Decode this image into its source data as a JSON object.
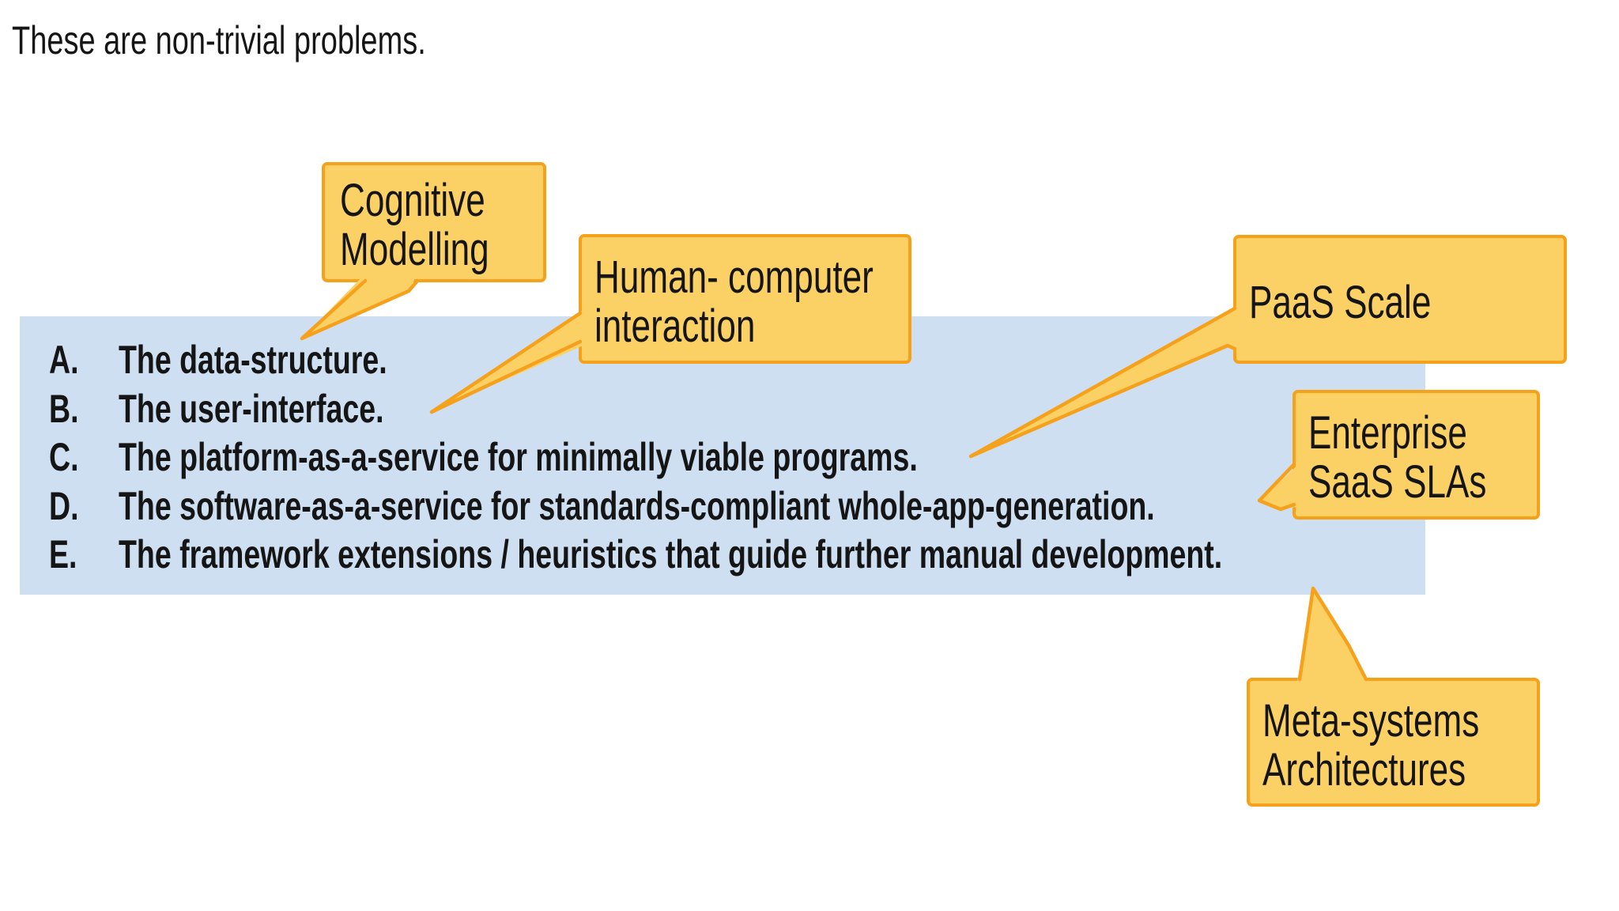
{
  "slide": {
    "title": "These are non-trivial problems."
  },
  "list": {
    "items": [
      {
        "letter": "A.",
        "text": "The data-structure."
      },
      {
        "letter": "B.",
        "text": "The user-interface."
      },
      {
        "letter": "C.",
        "text": "The platform-as-a-service for minimally viable programs."
      },
      {
        "letter": "D.",
        "text": "The software-as-a-service for standards-compliant whole-app-generation."
      },
      {
        "letter": "E.",
        "text": "The framework extensions / heuristics that guide further manual development."
      }
    ]
  },
  "callouts": [
    {
      "lines": [
        "Cognitive",
        "Modelling"
      ]
    },
    {
      "lines": [
        "Human- computer",
        "interaction"
      ]
    },
    {
      "lines": [
        "PaaS Scale"
      ]
    },
    {
      "lines": [
        "Enterprise",
        "SaaS SLAs"
      ]
    },
    {
      "lines": [
        "Meta-systems",
        "Architectures"
      ]
    }
  ],
  "colors": {
    "callout_fill": "#FBD166",
    "callout_border": "#F5A11C",
    "highlight_fill": "#CEDFF1",
    "text": "#151515",
    "background": "#FFFFFF"
  }
}
